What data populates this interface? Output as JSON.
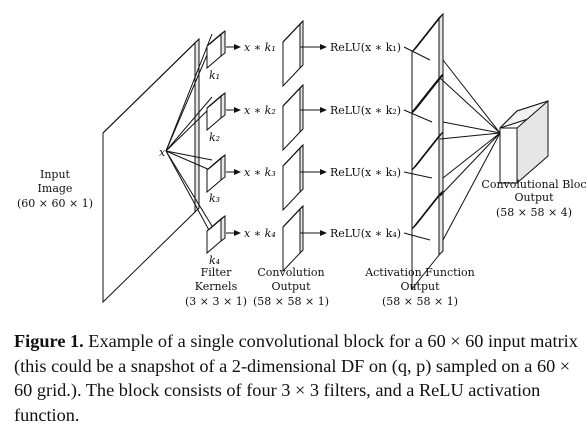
{
  "diagram": {
    "input": {
      "label_lines": [
        "Input",
        "Image",
        "(60 × 60 × 1)"
      ],
      "node_label": "x"
    },
    "kernels": [
      "k1",
      "k2",
      "k3",
      "k4"
    ],
    "kernel_labels": [
      "k₁",
      "k₂",
      "k₃",
      "k₄"
    ],
    "conv_ops": [
      "x ∗ k₁",
      "x ∗ k₂",
      "x ∗ k₃",
      "x ∗ k₄"
    ],
    "relu_ops": [
      "ReLU(x ∗ k₁)",
      "ReLU(x ∗ k₂)",
      "ReLU(x ∗ k₃)",
      "ReLU(x ∗ k₄)"
    ],
    "filter_label_lines": [
      "Filter",
      "Kernels",
      "(3 × 3 × 1)"
    ],
    "conv_label_lines": [
      "Convolution",
      "Output",
      "(58 × 58 × 1)"
    ],
    "activation_label_lines": [
      "Activation Function",
      "Output",
      "(58 × 58 × 1)"
    ],
    "block_label_lines": [
      "Convolutional Bloc",
      "Output",
      "(58 × 58 × 4)"
    ]
  },
  "caption": {
    "lead": "Figure 1.",
    "text": " Example of a single convolutional block for a 60 × 60 input matrix (this could be a snapshot of a 2-dimensional DF on (q, p) sampled on a 60 × 60 grid.). The block consists of four 3 × 3 filters, and a ReLU activation function."
  }
}
